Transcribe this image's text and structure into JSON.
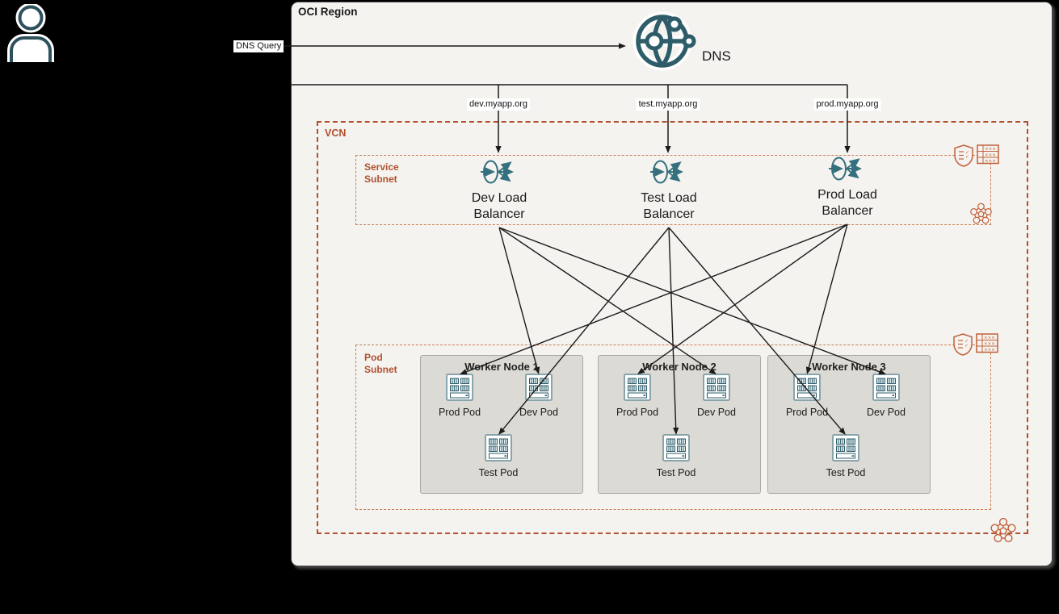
{
  "actor": {
    "icon": "user-icon"
  },
  "dns_query": {
    "label": "DNS Query"
  },
  "region": {
    "title": "OCI Region",
    "dns": {
      "label": "DNS",
      "icon": "dns-globe-icon"
    },
    "routes": [
      {
        "host": "dev.myapp.org"
      },
      {
        "host": "test.myapp.org"
      },
      {
        "host": "prod.myapp.org"
      }
    ],
    "vcn": {
      "title": "VCN",
      "service_subnet": {
        "title": "Service Subnet",
        "corner_icons": [
          "security-list-icon",
          "route-table-icon",
          "network-cluster-icon"
        ],
        "load_balancers": [
          {
            "id": "dev",
            "label": "Dev Load Balancer"
          },
          {
            "id": "test",
            "label": "Test Load Balancer"
          },
          {
            "id": "prod",
            "label": "Prod Load Balancer"
          }
        ]
      },
      "pod_subnet": {
        "title": "Pod Subnet",
        "corner_icons": [
          "security-list-icon",
          "route-table-icon"
        ],
        "worker_nodes": [
          {
            "title": "Worker Node 1",
            "pods": [
              {
                "id": "prod",
                "label": "Prod Pod"
              },
              {
                "id": "dev",
                "label": "Dev Pod"
              },
              {
                "id": "test",
                "label": "Test Pod"
              }
            ]
          },
          {
            "title": "Worker Node 2",
            "pods": [
              {
                "id": "prod",
                "label": "Prod Pod"
              },
              {
                "id": "dev",
                "label": "Dev Pod"
              },
              {
                "id": "test",
                "label": "Test Pod"
              }
            ]
          },
          {
            "title": "Worker Node 3",
            "pods": [
              {
                "id": "prod",
                "label": "Prod Pod"
              },
              {
                "id": "dev",
                "label": "Dev Pod"
              },
              {
                "id": "test",
                "label": "Test Pod"
              }
            ]
          }
        ]
      },
      "corner_icon": "network-cluster-icon"
    }
  },
  "connections": [
    {
      "lb": "dev",
      "node": 0,
      "pod": "dev"
    },
    {
      "lb": "dev",
      "node": 1,
      "pod": "dev"
    },
    {
      "lb": "dev",
      "node": 2,
      "pod": "dev"
    },
    {
      "lb": "test",
      "node": 0,
      "pod": "test"
    },
    {
      "lb": "test",
      "node": 1,
      "pod": "test"
    },
    {
      "lb": "prod",
      "node": 0,
      "pod": "prod"
    },
    {
      "lb": "prod",
      "node": 1,
      "pod": "prod"
    },
    {
      "lb": "test",
      "node": 2,
      "pod": "test"
    },
    {
      "lb": "prod",
      "node": 2,
      "pod": "prod"
    }
  ],
  "colors": {
    "teal": "#2e5d69",
    "lb_teal": "#35707e",
    "orange_dark": "#b1502f",
    "orange_icon": "#c0603a",
    "region_bg": "#f5f3ef",
    "node_bg": "#dcdad4",
    "arrow": "#1b1b1b"
  }
}
